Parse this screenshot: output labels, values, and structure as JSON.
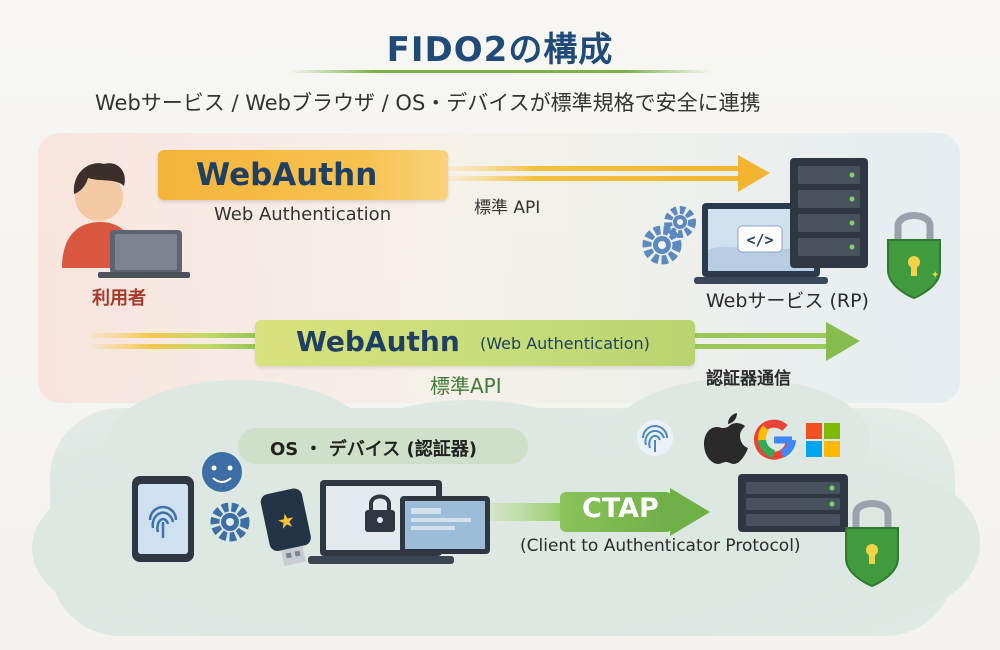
{
  "header": {
    "title": "FIDO2の構成",
    "subtitle": "Webサービス / Webブラウザ / OS・デバイスが標準規格で安全に連携"
  },
  "top_section": {
    "webauthn_title": "WebAuthn",
    "webauthn_subtitle": "Web Authentication",
    "api_label": "標準 API",
    "user_label": "利用者",
    "rp_label": "Webサービス (RP)"
  },
  "middle_section": {
    "webauthn_title": "WebAuthn",
    "webauthn_subtitle": "(Web Authentication)",
    "api_label": "標準API",
    "comm_label": "認証器通信"
  },
  "bottom_section": {
    "os_label": "OS ・ デバイス (認証器)",
    "ctap_title": "CTAP",
    "ctap_subtitle": "(Client to Authenticator Protocol)"
  },
  "icons": {
    "user": "person-laptop-icon",
    "server_top": "server-icon",
    "laptop_code": "laptop-code-icon",
    "gears": "gear-icon",
    "lock": "padlock-shield-icon",
    "fingerprint": "fingerprint-icon",
    "apple": "apple-logo-icon",
    "google": "google-logo-icon",
    "microsoft": "microsoft-logo-icon",
    "phone": "smartphone-fingerprint-icon",
    "face": "face-recognition-icon",
    "security_key": "usb-security-key-icon",
    "laptop_lock": "laptop-lock-icon",
    "server_bottom": "server-icon"
  },
  "colors": {
    "title": "#1f4a7a",
    "webauthn_top": "#f4b43a",
    "webauthn_mid": "#c7dc7a",
    "ctap": "#7bb950",
    "user_label": "#a83a2a",
    "api_mid": "#3f7a37"
  }
}
